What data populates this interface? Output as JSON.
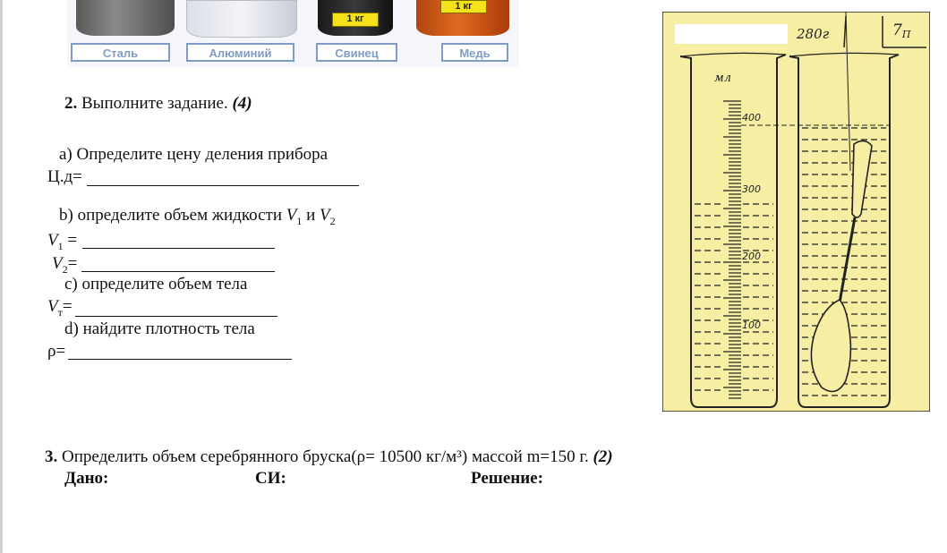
{
  "materials": {
    "labels": [
      "Сталь",
      "Алюминий",
      "Свинец",
      "Медь"
    ],
    "lead_tag": "1 кг",
    "copper_tag": "1 кг"
  },
  "task2": {
    "num": "2.",
    "title": " Выполните задание. ",
    "points": "(4)",
    "a": "a) Определите цену деления прибора",
    "a_field": "Ц.д=",
    "b_pre": "b) определите объем жидкости ",
    "b_v1": "V",
    "b_v1_sub": "1",
    "b_and": " и ",
    "b_v2": "V",
    "b_v2_sub": "2",
    "v1_field_v": "V",
    "v1_field_sub": "1",
    "v1_field_eq": " =",
    "v2_field_v": "V",
    "v2_field_sub": "2",
    "v2_field_eq": "=",
    "c": "c) определите объем тела",
    "vt_field_v": "V",
    "vt_field_sub": "т",
    "vt_field_eq": "=",
    "d": "d) найдите плотность тела",
    "rho_field": "ρ="
  },
  "task3": {
    "num": "3.",
    "text": " Определить объем серебрянного  бруска(ρ= 10500 кг/м³) массой m=150 г. ",
    "points": "(2)",
    "given": "Дано:",
    "si": "СИ:",
    "solution": "Решение:"
  },
  "figure": {
    "mass": "280г",
    "label": "7",
    "label_sub": "П",
    "unit": "мл",
    "ticks": [
      "400",
      "300",
      "200",
      "100"
    ]
  }
}
